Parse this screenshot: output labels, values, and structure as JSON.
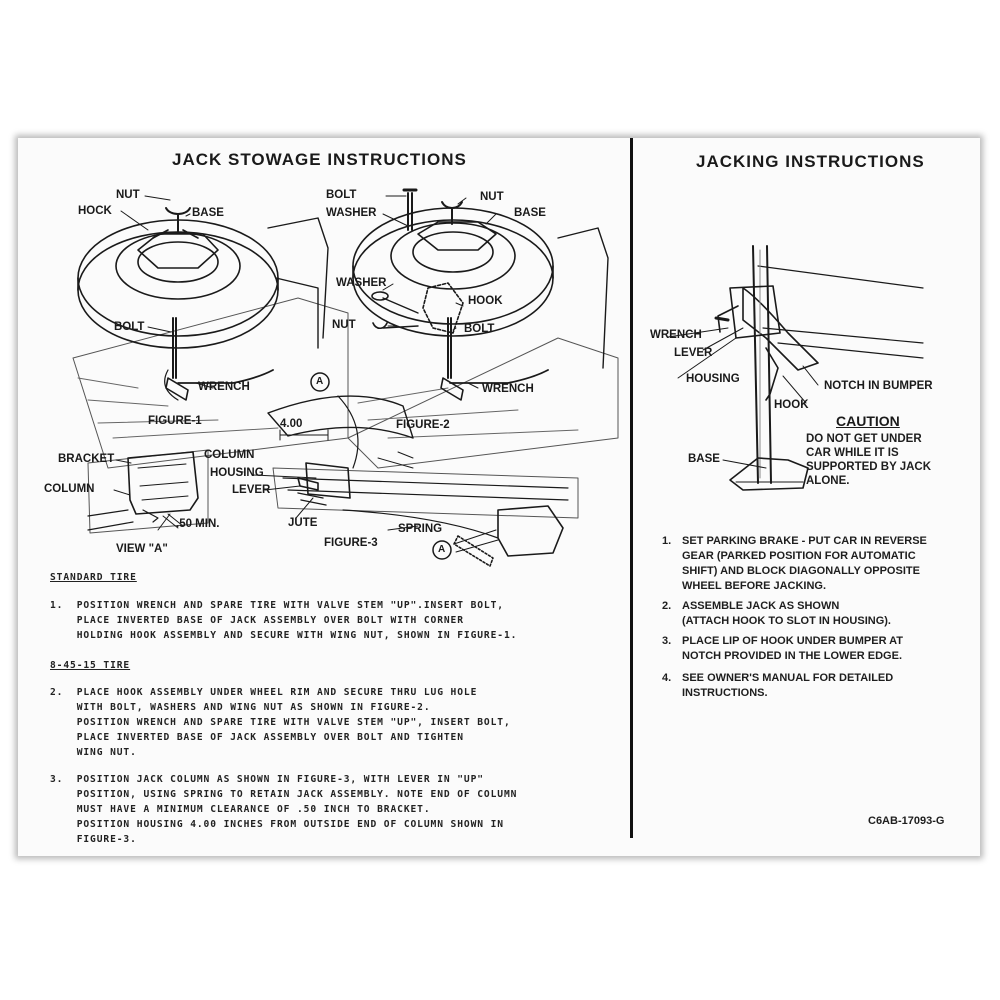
{
  "left": {
    "title": "JACK STOWAGE INSTRUCTIONS",
    "figure1": {
      "caption": "FIGURE-1",
      "labels": {
        "nut": "NUT",
        "hook": "HOCK",
        "base": "BASE",
        "bolt": "BOLT",
        "wrench": "WRENCH"
      }
    },
    "figure2": {
      "caption": "FIGURE-2",
      "labels": {
        "bolt": "BOLT",
        "washer_top": "WASHER",
        "nut_top": "NUT",
        "base": "BASE",
        "washer": "WASHER",
        "hook": "HOOK",
        "nut": "NUT",
        "bolt2": "BOLT",
        "wrench": "WRENCH",
        "marker": "A"
      }
    },
    "figure3": {
      "caption": "FIGURE-3",
      "labels": {
        "dim": "4.00",
        "column": "COLUMN",
        "housing": "HOUSING",
        "lever": "LEVER",
        "jute": "JUTE",
        "spring": "SPRING",
        "marker": "A"
      }
    },
    "view_a": {
      "caption": "VIEW \"A\"",
      "labels": {
        "bracket": "BRACKET",
        "column": "COLUMN",
        "min": ".50 MIN."
      }
    },
    "sections": [
      {
        "heading": "STANDARD TIRE",
        "paragraphs": [
          {
            "lines": [
              "1.  POSITION WRENCH AND SPARE TIRE WITH VALVE STEM \"UP\".INSERT BOLT,",
              "    PLACE INVERTED BASE OF JACK ASSEMBLY OVER BOLT WITH CORNER",
              "    HOLDING HOOK ASSEMBLY AND SECURE WITH WING NUT, SHOWN IN FIGURE-1."
            ]
          }
        ]
      },
      {
        "heading": "8-45-15 TIRE",
        "paragraphs": [
          {
            "lines": [
              "2.  PLACE HOOK ASSEMBLY UNDER WHEEL RIM AND SECURE THRU LUG HOLE",
              "    WITH BOLT, WASHERS AND WING NUT AS SHOWN IN FIGURE-2.",
              "    POSITION WRENCH AND SPARE TIRE WITH VALVE STEM \"UP\", INSERT BOLT,",
              "    PLACE INVERTED BASE OF JACK ASSEMBLY OVER BOLT AND TIGHTEN",
              "    WING NUT."
            ]
          },
          {
            "lines": [
              "3.  POSITION JACK COLUMN AS SHOWN IN FIGURE-3, WITH LEVER IN \"UP\"",
              "    POSITION, USING SPRING TO RETAIN JACK ASSEMBLY. NOTE END OF COLUMN",
              "    MUST HAVE A MINIMUM CLEARANCE OF .50 INCH TO BRACKET.",
              "    POSITION HOUSING 4.00 INCHES FROM OUTSIDE END OF COLUMN SHOWN IN",
              "    FIGURE-3."
            ]
          }
        ]
      }
    ]
  },
  "right": {
    "title": "JACKING INSTRUCTIONS",
    "labels": {
      "wrench": "WRENCH",
      "lever": "LEVER",
      "housing": "HOUSING",
      "notch": "NOTCH IN BUMPER",
      "hook": "HOOK",
      "base": "BASE"
    },
    "caution": {
      "title": "CAUTION",
      "lines": [
        "DO NOT GET UNDER",
        "CAR WHILE IT IS",
        "SUPPORTED BY JACK",
        "ALONE."
      ]
    },
    "steps": [
      {
        "num": "1.",
        "lines": [
          "SET PARKING BRAKE - PUT CAR IN REVERSE",
          "GEAR (PARKED POSITION FOR AUTOMATIC",
          "SHIFT) AND BLOCK DIAGONALLY OPPOSITE",
          "WHEEL BEFORE JACKING."
        ]
      },
      {
        "num": "2.",
        "lines": [
          "ASSEMBLE JACK AS SHOWN",
          "(ATTACH HOOK TO SLOT IN HOUSING)."
        ]
      },
      {
        "num": "3.",
        "lines": [
          "PLACE LIP OF HOOK UNDER BUMPER AT",
          "NOTCH PROVIDED IN THE LOWER EDGE."
        ]
      },
      {
        "num": "4.",
        "lines": [
          "SEE OWNER'S MANUAL FOR DETAILED",
          "INSTRUCTIONS."
        ]
      }
    ],
    "part_number": "C6AB-17093-G"
  }
}
